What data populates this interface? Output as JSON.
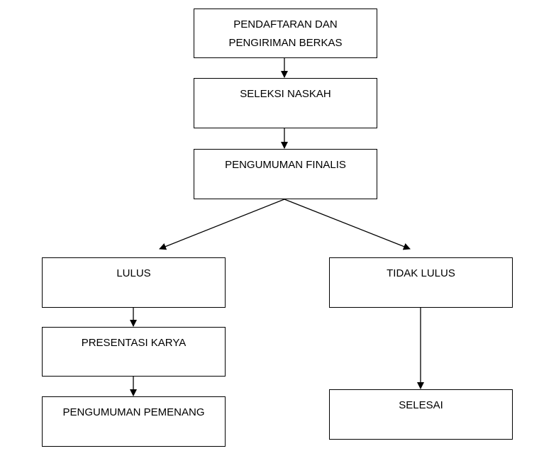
{
  "nodes": {
    "pendaftaran": "PENDAFTARAN DAN\nPENGIRIMAN BERKAS",
    "seleksi": "SELEKSI NASKAH",
    "finalis": "PENGUMUMAN FINALIS",
    "lulus": "LULUS",
    "tidak_lulus": "TIDAK LULUS",
    "presentasi": "PRESENTASI KARYA",
    "pemenang": "PENGUMUMAN PEMENANG",
    "selesai": "SELESAI"
  },
  "edges": [
    {
      "from": "pendaftaran",
      "to": "seleksi"
    },
    {
      "from": "seleksi",
      "to": "finalis"
    },
    {
      "from": "finalis",
      "to": "lulus"
    },
    {
      "from": "finalis",
      "to": "tidak_lulus"
    },
    {
      "from": "lulus",
      "to": "presentasi"
    },
    {
      "from": "presentasi",
      "to": "pemenang"
    },
    {
      "from": "tidak_lulus",
      "to": "selesai"
    }
  ],
  "colors": {
    "line": "#000000",
    "box_border": "#000000",
    "text": "#000000",
    "background": "#ffffff"
  }
}
